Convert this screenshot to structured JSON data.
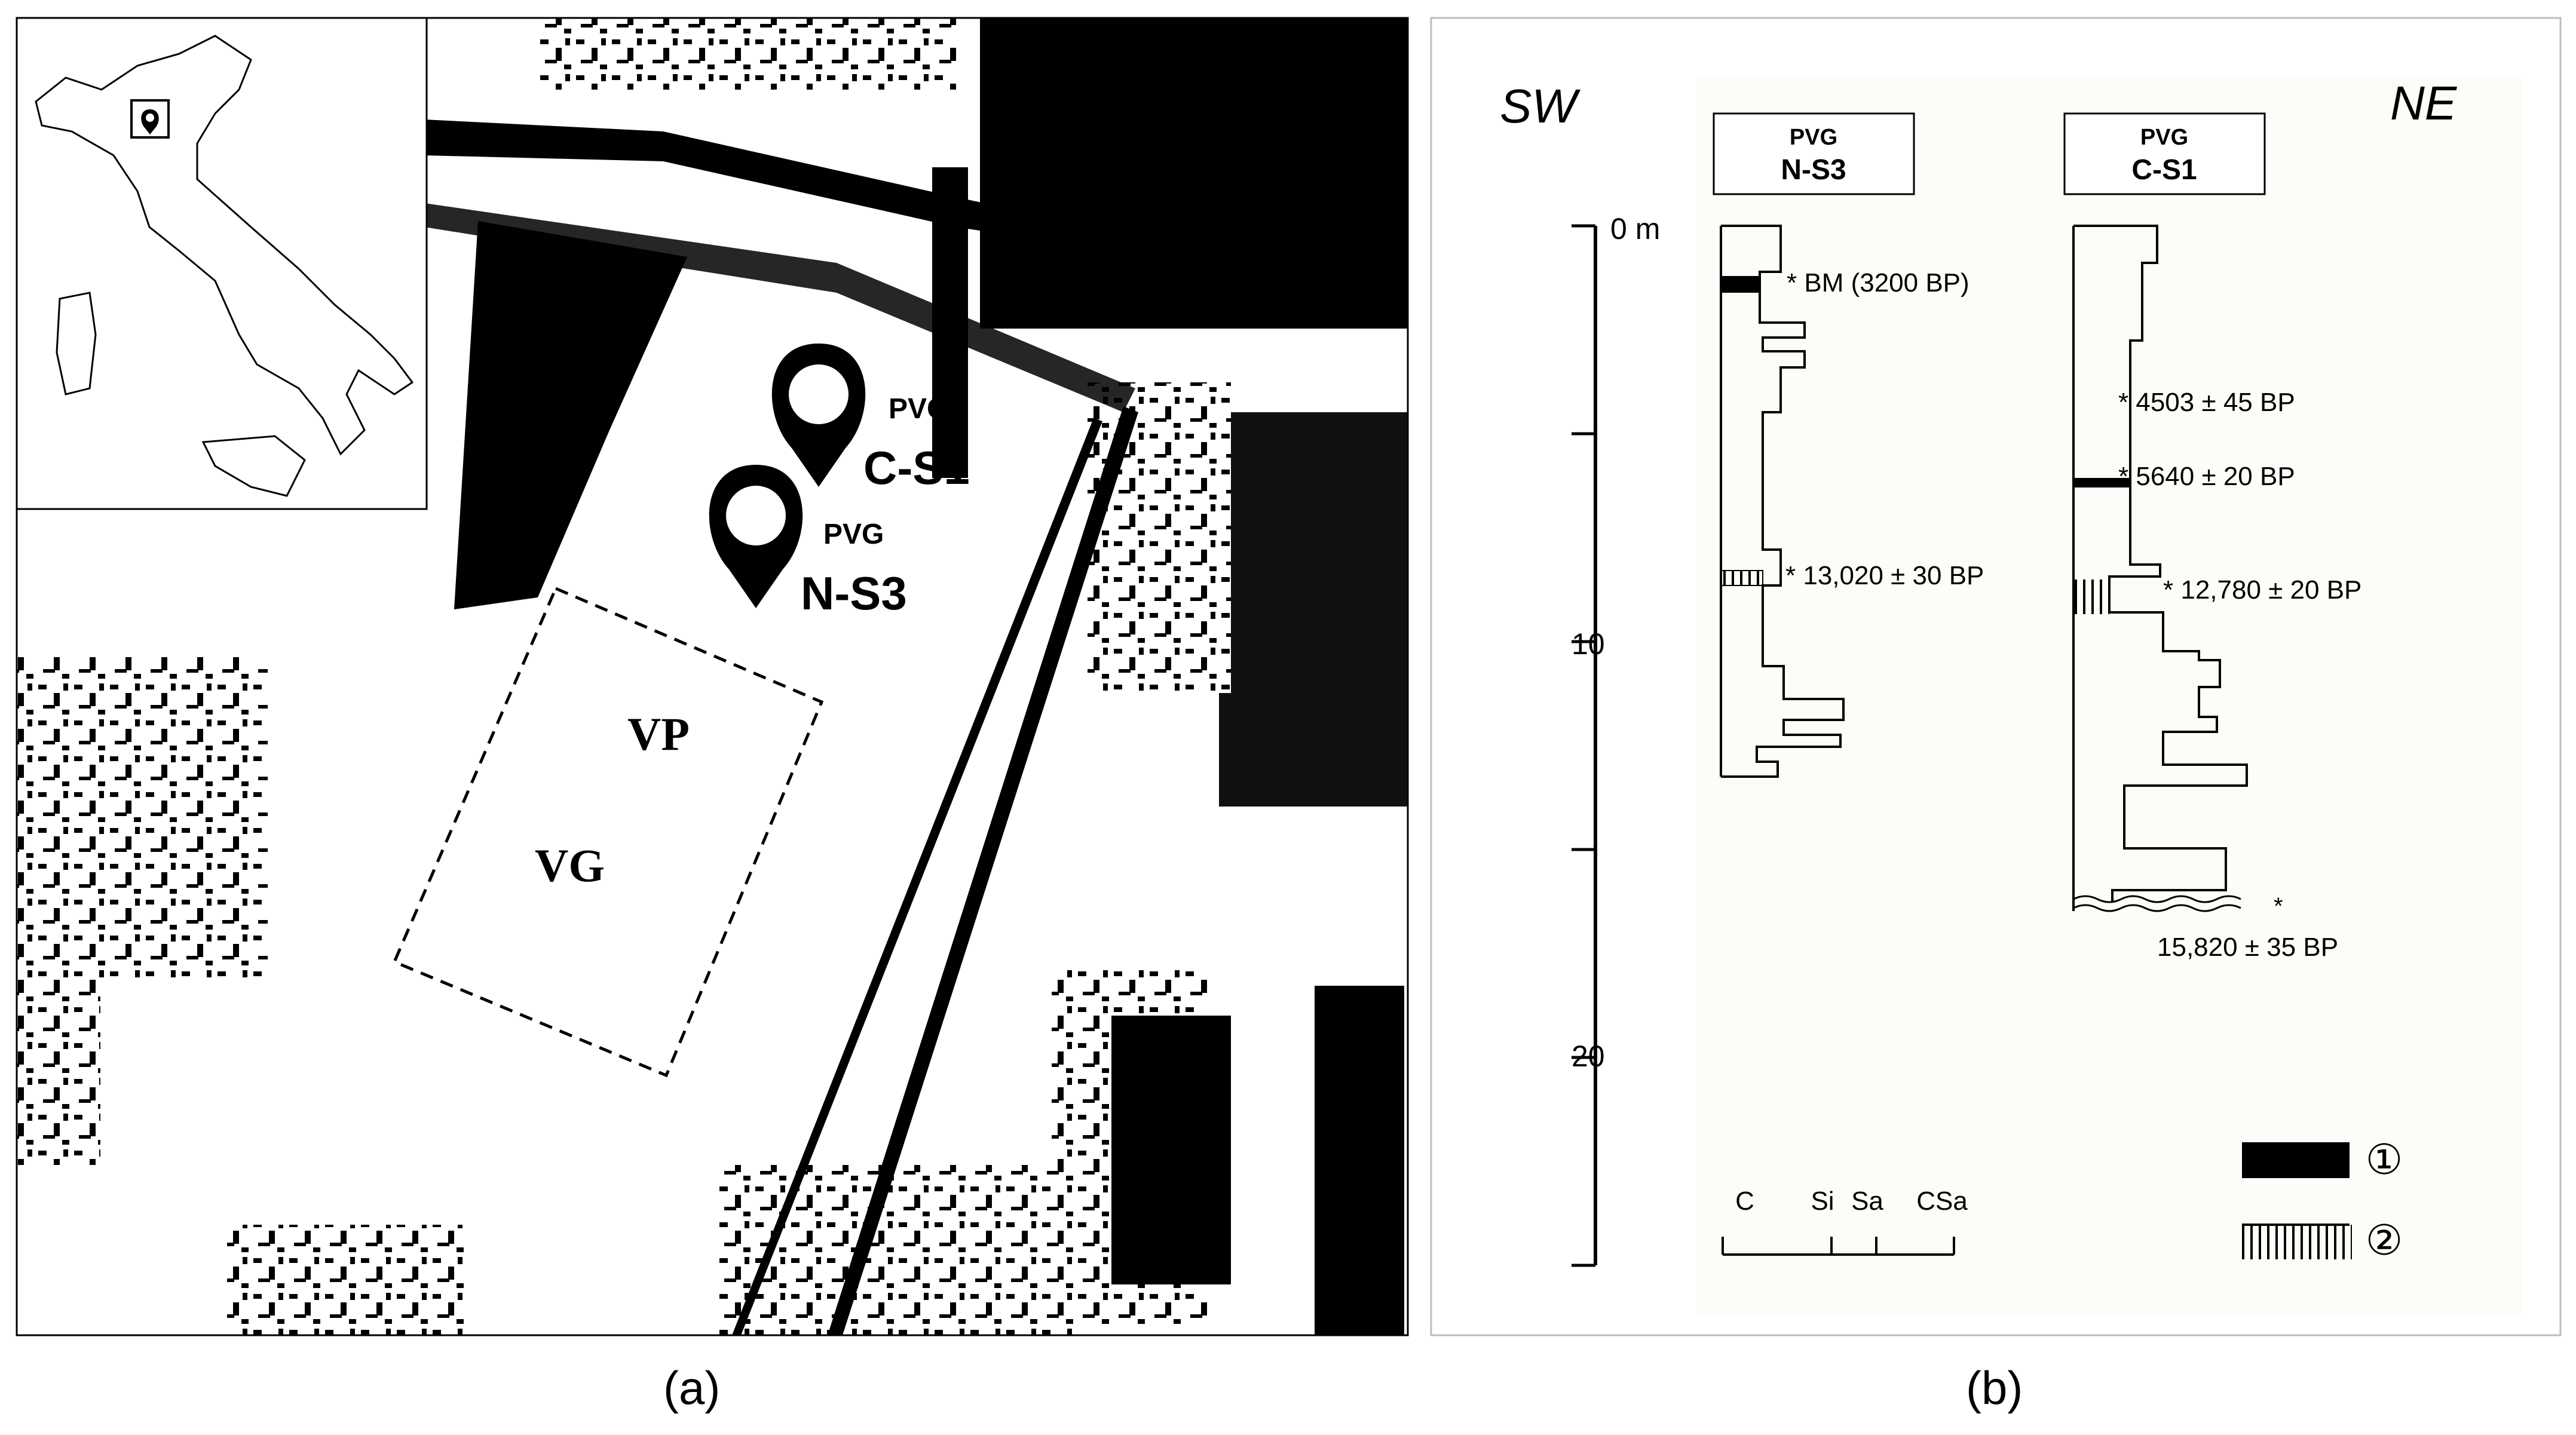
{
  "panel_a": {
    "caption": "(a)",
    "markers": [
      {
        "prefix": "PVG",
        "code": "C-S1"
      },
      {
        "prefix": "PVG",
        "code": "N-S3"
      }
    ],
    "area_labels": {
      "vp": "VP",
      "vg": "VG"
    }
  },
  "panel_b": {
    "caption": "(b)",
    "direction_left": "SW",
    "direction_right": "NE",
    "depth_axis": {
      "unit": "m",
      "ticks": [
        "0 m",
        "10",
        "20"
      ]
    },
    "cores": [
      {
        "prefix": "PVG",
        "code": "N-S3",
        "dates": [
          "* BM (3200 BP)",
          "* 13,020 ± 30 BP"
        ]
      },
      {
        "prefix": "PVG",
        "code": "C-S1",
        "dates": [
          "* 4503 ± 45 BP",
          "* 5640 ± 20 BP",
          "* 12,780 ± 20 BP",
          "*",
          "15,820 ± 35 BP"
        ]
      }
    ],
    "grain_scale": [
      "C",
      "Si",
      "Sa",
      "CSa"
    ],
    "legend": [
      {
        "symbol": "①",
        "pattern": "solid-black"
      },
      {
        "symbol": "②",
        "pattern": "vertical-hatch"
      }
    ]
  }
}
